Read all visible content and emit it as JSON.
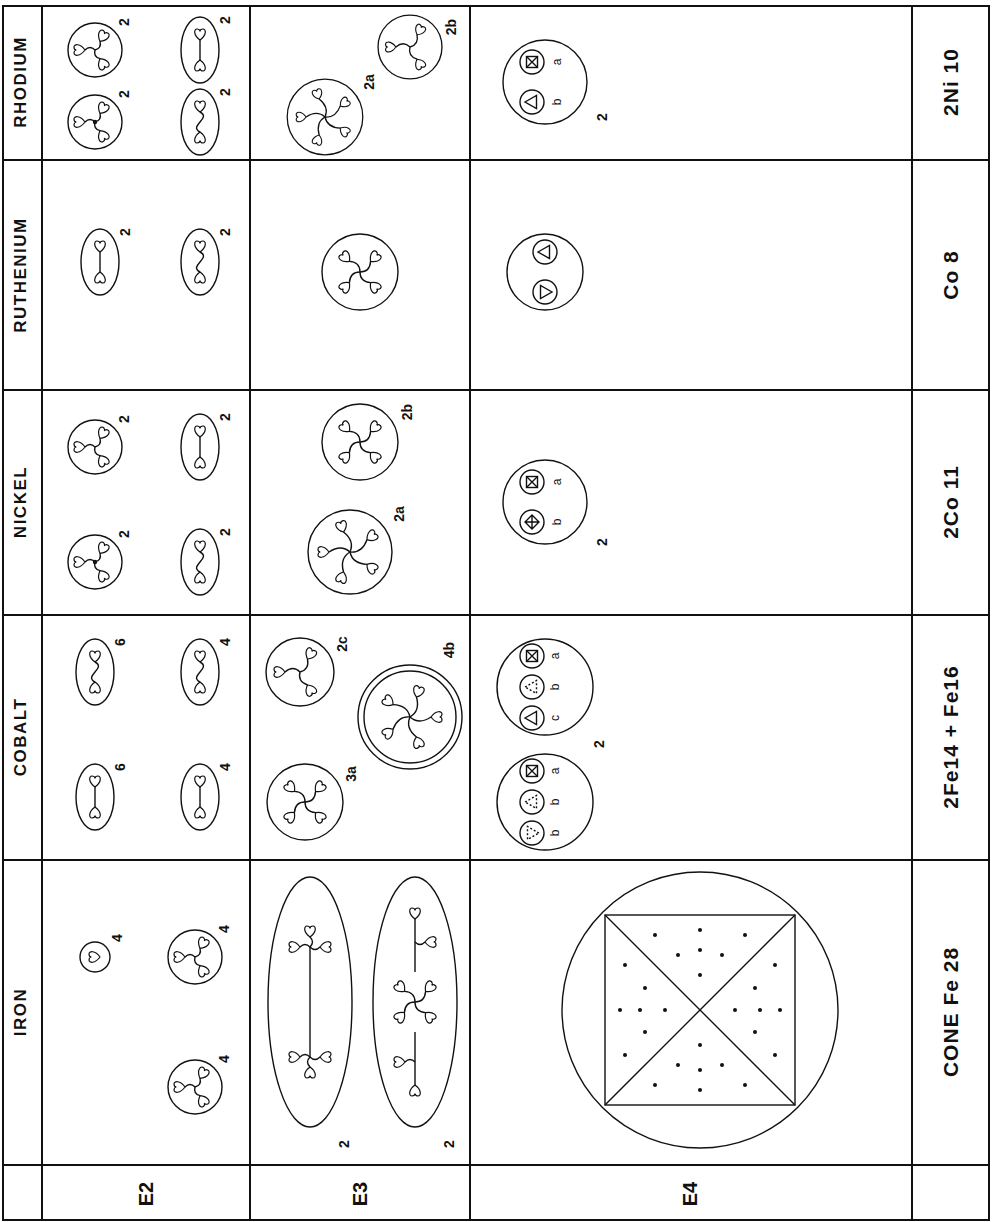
{
  "diagram": {
    "labels": [
      "IRON",
      "COBALT",
      "NICKEL",
      "RUTHENIUM",
      "RHODIUM",
      "E2",
      "E3",
      "E4",
      "4",
      "4",
      "4",
      "6",
      "6",
      "4",
      "4",
      "2",
      "2",
      "2",
      "2",
      "2",
      "2",
      "2",
      "2",
      "2",
      "2",
      "2",
      "2",
      "3a",
      "2c",
      "4b",
      "2a",
      "2b",
      "2a",
      "2b",
      "a",
      "b",
      "c",
      "2",
      "a",
      "b",
      "b",
      "a",
      "b",
      "2",
      "a",
      "b",
      "2",
      "CONE Fe 28",
      "2Fe14 + Fe16",
      "2Co 11",
      "Co 8",
      "2Ni 10"
    ]
  }
}
